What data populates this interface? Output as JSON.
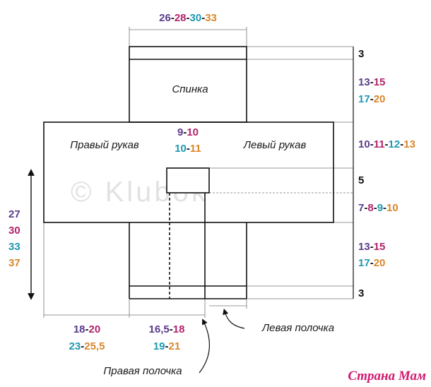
{
  "colors": {
    "size1": "#5a3b8c",
    "size2": "#b2236b",
    "size3": "#1f98b0",
    "size4": "#d9872b",
    "line": "#111111",
    "dim": "#555555",
    "logo": "#d01a6e",
    "watermark": "#d8d8d8"
  },
  "labels": {
    "back": "Спинка",
    "right_sleeve": "Правый рукав",
    "left_sleeve": "Левый рукав",
    "right_front": "Правая полочка",
    "left_front": "Левая полочка"
  },
  "measurements": {
    "top_width": [
      "26",
      "28",
      "30",
      "33"
    ],
    "sleeve_center": {
      "line1": [
        "9",
        "10"
      ],
      "line2": [
        "10",
        "11"
      ]
    },
    "back_top_band": "3",
    "back_height": {
      "line1": [
        "13",
        "15"
      ],
      "line2": [
        "17",
        "20"
      ]
    },
    "sleeve_height": [
      "10",
      "11",
      "12",
      "13"
    ],
    "neck_depth": "5",
    "sleeve_lower": [
      "7",
      "8",
      "9",
      "10"
    ],
    "front_height": {
      "line1": [
        "13",
        "15"
      ],
      "line2": [
        "17",
        "20"
      ]
    },
    "bottom_band": "3",
    "total_length": [
      "27",
      "30",
      "33",
      "37"
    ],
    "sleeve_width": {
      "line1": [
        "18",
        "20"
      ],
      "line2": [
        "23",
        "25,5"
      ]
    },
    "front_width": {
      "line1": [
        "16,5",
        "18"
      ],
      "line2": [
        "19",
        "21"
      ]
    }
  },
  "watermark": "© Klubok",
  "logo": "Страна Мам"
}
